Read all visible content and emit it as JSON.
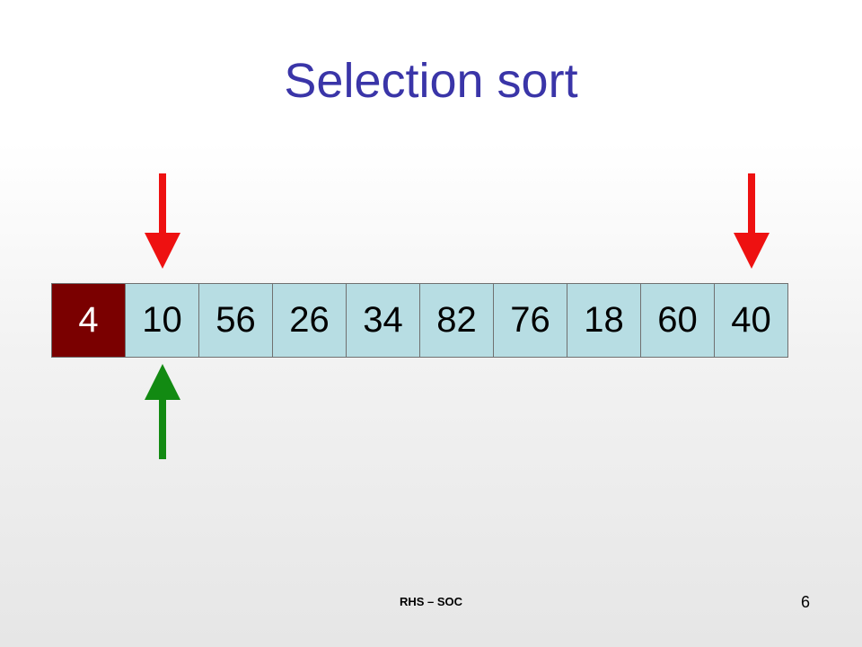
{
  "slide": {
    "title": "Selection sort",
    "footer": "RHS – SOC",
    "page_number": "6"
  },
  "colors": {
    "title": "#3a35a8",
    "sorted_cell": "#7a0000",
    "unsorted_cell": "#b7dde3",
    "down_arrow": "#ee1111",
    "up_arrow": "#128a12"
  },
  "array": {
    "values": [
      "4",
      "10",
      "56",
      "26",
      "34",
      "82",
      "76",
      "18",
      "60",
      "40"
    ],
    "sorted_count": 1
  },
  "pointers": {
    "down_arrow_indices": [
      1,
      9
    ],
    "up_arrow_indices": [
      1
    ]
  }
}
